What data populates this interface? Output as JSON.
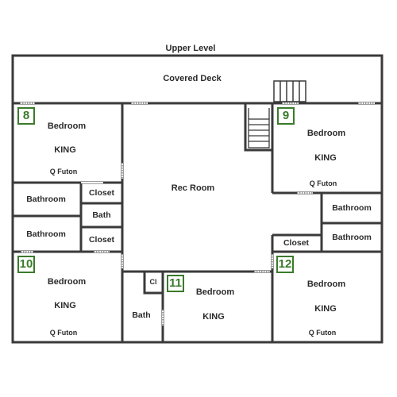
{
  "title": "Upper Level",
  "colors": {
    "wall": "#3a3a3a",
    "badge": "#3a7a2a",
    "text": "#2b2b2b"
  },
  "rooms": {
    "deck": "Covered Deck",
    "rec": "Rec Room",
    "r8": {
      "number": "8",
      "name": "Bedroom",
      "bed": "KING",
      "extra": "Q Futon"
    },
    "r9": {
      "number": "9",
      "name": "Bedroom",
      "bed": "KING",
      "extra": "Q Futon"
    },
    "r10": {
      "number": "10",
      "name": "Bedroom",
      "bed": "KING",
      "extra": "Q Futon"
    },
    "r11": {
      "number": "11",
      "name": "Bedroom",
      "bed": "KING"
    },
    "r12": {
      "number": "12",
      "name": "Bedroom",
      "bed": "KING",
      "extra": "Q Futon"
    },
    "bathroom_l1": "Bathroom",
    "bathroom_l2": "Bathroom",
    "closet_l1": "Closet",
    "closet_l2": "Closet",
    "bath_l": "Bath",
    "bathroom_r1": "Bathroom",
    "bathroom_r2": "Bathroom",
    "closet_r": "Closet",
    "cl": "Cl",
    "bath_b": "Bath"
  }
}
